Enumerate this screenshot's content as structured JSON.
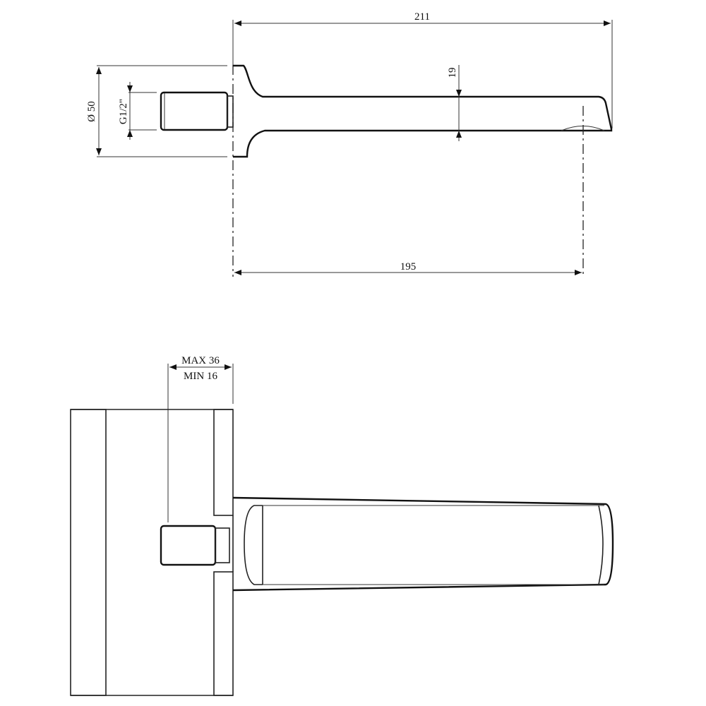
{
  "drawing": {
    "top_view": {
      "overall_length": "211",
      "projection": "195",
      "spout_height": "19",
      "flange_diameter": "Ø 50",
      "thread": "G1/2\""
    },
    "plan_view": {
      "wall_max": "MAX 36",
      "wall_min": "MIN 16"
    }
  }
}
